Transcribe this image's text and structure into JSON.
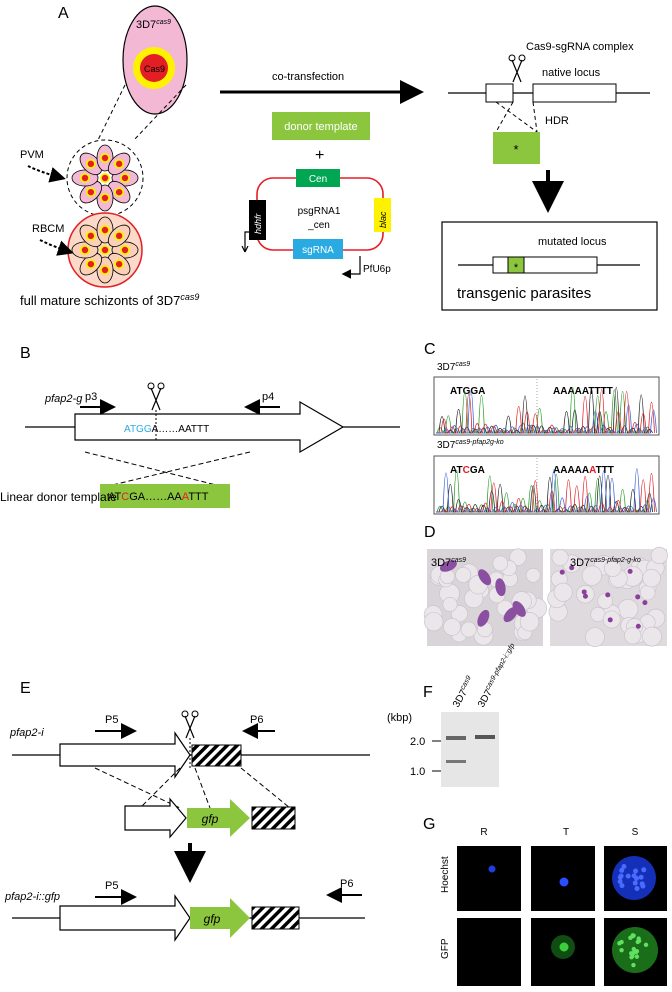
{
  "panels": {
    "A": "A",
    "B": "B",
    "C": "C",
    "D": "D",
    "E": "E",
    "F": "F",
    "G": "G"
  },
  "panelA": {
    "cell_label": "3D7",
    "cell_label_sup": "cas9",
    "cas9": "Cas9",
    "pvm": "PVM",
    "rbcm": "RBCM",
    "caption": "full mature schizonts of 3D7",
    "caption_sup": "cas9",
    "cotransfection": "co-transfection",
    "donor": "donor template",
    "plus": "+",
    "cen": "Cen",
    "hdhfr": "hdhfr",
    "blac": "blac",
    "sgrna": "sgRNA",
    "plasmid1": "psgRNA1",
    "plasmid2": "_cen",
    "promoter": "PfU6p",
    "complex": "Cas9-sgRNA complex",
    "native": "native locus",
    "hdr": "HDR",
    "star": "*",
    "mutated": "mutated locus",
    "transgenic": "transgenic parasites"
  },
  "panelB": {
    "gene": "pfap2-g",
    "p3": "p3",
    "p4": "p4",
    "seq_a": "A",
    "seq_tgg": "TGG",
    "seq_rest": "A……AATTT",
    "donor_label": "Linear donor template",
    "d1": "AT",
    "d2": "C",
    "d3": "GA……AA",
    "d4": "A",
    "d5": "TTT"
  },
  "panelC": {
    "top_label": "3D7",
    "top_sup": "cas9",
    "top_seq1": "ATGGA",
    "top_seq2": "AAAAATTTT",
    "bot_label": "3D7",
    "bot_sup": "cas9-pfap2g-ko",
    "b1a": "AT",
    "b1b": "C",
    "b1c": "GA",
    "b2a": "AAAAA",
    "b2b": "A",
    "b2c": "TTT"
  },
  "panelD": {
    "left_label": "3D7",
    "left_sup": "cas9",
    "right_label": "3D7",
    "right_sup": "cas9-pfap2-g-ko"
  },
  "panelE": {
    "gene": "pfap2-i",
    "p5": "P5",
    "p6": "P6",
    "gfp": "gfp",
    "gene2": "pfap2-i::gfp"
  },
  "panelF": {
    "unit": "(kbp)",
    "tick_2": "2.0",
    "tick_1": "1.0",
    "lane1": "3D7",
    "lane1_sup": "cas9",
    "lane2": "3D7",
    "lane2_sup": "cas9-pfap2-i::gfp"
  },
  "panelG": {
    "col_r": "R",
    "col_t": "T",
    "col_s": "S",
    "row1": "Hoechst",
    "row2": "GFP"
  },
  "colors": {
    "green": "#8cc63f",
    "red": "#e31e24",
    "yellow": "#fff200",
    "pink": "#f3b8d4",
    "blue": "#29abe2",
    "darkgreen": "#00a651"
  }
}
